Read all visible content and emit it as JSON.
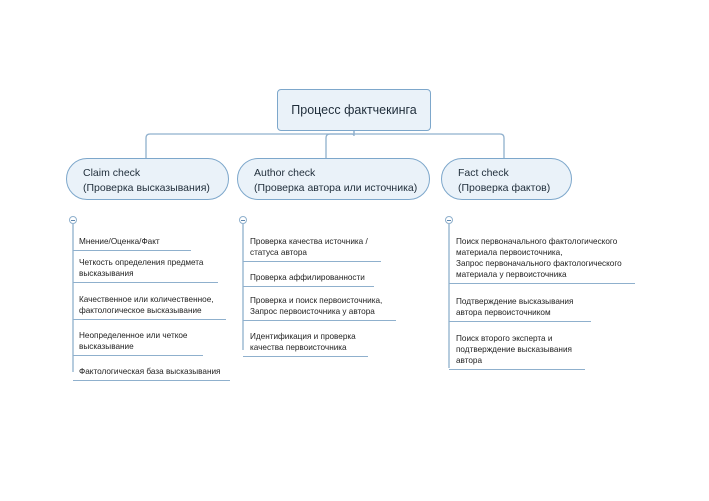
{
  "root": {
    "label": "Процесс фактчекинга"
  },
  "branches": [
    {
      "title": "Claim check",
      "subtitle": "(Проверка высказывания)",
      "leaves": [
        {
          "lines": [
            "Мнение/Оценка/Факт"
          ]
        },
        {
          "lines": [
            "Четкость определения предмета",
            "высказывания"
          ]
        },
        {
          "lines": [
            "Качественное или количественное,",
            "фактологическое высказывание"
          ]
        },
        {
          "lines": [
            "Неопределенное или четкое",
            "высказывание"
          ]
        },
        {
          "lines": [
            "Фактологическая база высказывания"
          ]
        }
      ]
    },
    {
      "title": "Author check",
      "subtitle": "(Проверка автора или источника)",
      "leaves": [
        {
          "lines": [
            "Проверка качества источника /",
            "статуса автора"
          ]
        },
        {
          "lines": [
            "Проверка аффилированности"
          ]
        },
        {
          "lines": [
            "Проверка и поиск первоисточника,",
            "Запрос первоисточника у автора"
          ]
        },
        {
          "lines": [
            "Идентификация и проверка",
            "качества первоисточника"
          ]
        }
      ]
    },
    {
      "title": "Fact check",
      "subtitle": "(Проверка фактов)",
      "leaves": [
        {
          "lines": [
            "Поиск первоначального фактологического",
            "материала первоисточника,",
            "Запрос первоначального фактологического",
            "материала у первоисточника"
          ]
        },
        {
          "lines": [
            "Подтверждение высказывания",
            "автора первоисточником"
          ]
        },
        {
          "lines": [
            "Поиск второго эксперта и",
            "подтверждение высказывания",
            "автора"
          ]
        }
      ]
    }
  ]
}
